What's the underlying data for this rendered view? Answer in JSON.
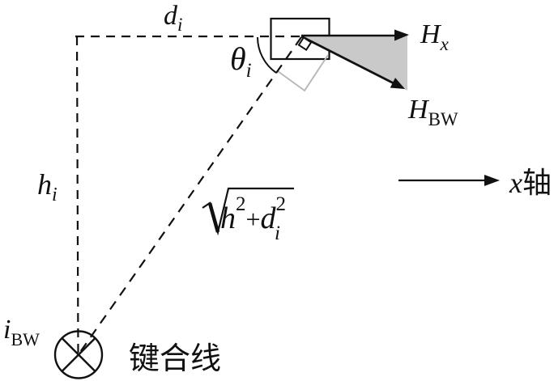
{
  "labels": {
    "d": {
      "main": "d",
      "sub": "i"
    },
    "theta": {
      "main": "θ",
      "sub": "i"
    },
    "h": {
      "main": "h",
      "sub": "i"
    },
    "sqrt": {
      "h": "h",
      "h_sup": "2",
      "plus": "+",
      "d": "d",
      "d_sup": "2",
      "d_sub": "i"
    },
    "Hx": {
      "main": "H",
      "sub": "x"
    },
    "HBW": {
      "main": "H",
      "sub": "BW"
    },
    "iBW": {
      "main": "i",
      "sub": "BW"
    },
    "bond_wire": "键合线",
    "x_axis": {
      "main": "x",
      "suffix": "轴"
    }
  },
  "colors": {
    "triangle_fill": "#c9c9c9",
    "perp_marker": "#b9b9b9",
    "ink": "#111111"
  }
}
